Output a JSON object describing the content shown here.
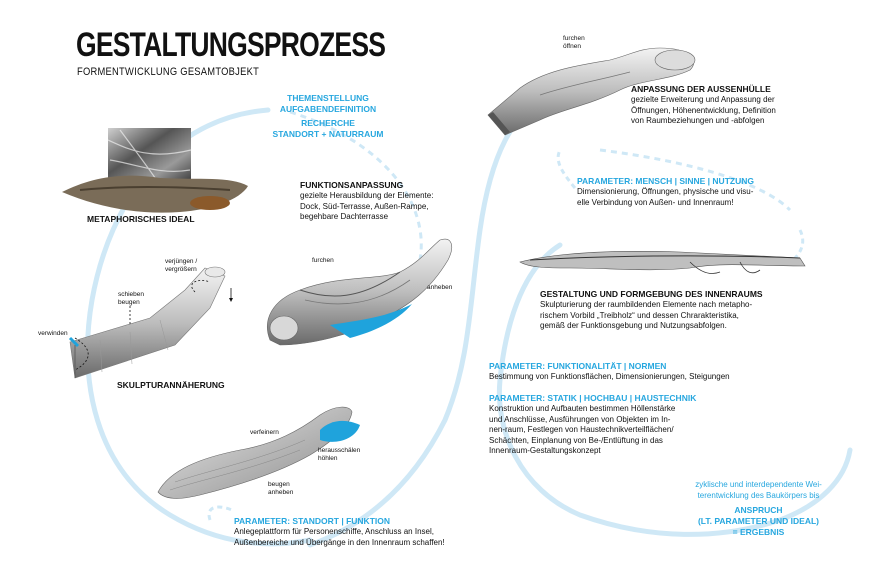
{
  "header": {
    "title": "GESTALTUNGSPROZESS",
    "subtitle": "FORMENTWICKLUNG GESAMTOBJEKT"
  },
  "intro": {
    "line1": "THEMENSTELLUNG",
    "line2": "AUFGABENDEFINITION",
    "line3": "RECHERCHE",
    "line4": "STANDORT + NATURRAUM"
  },
  "metaphor": {
    "label": "METAPHORISCHES IDEAL"
  },
  "funktion": {
    "title": "FUNKTIONSANPASSUNG",
    "lines": [
      "gezielte Herausbildung der Elemente:",
      "Dock, Süd-Terrasse, Außen-Rampe,",
      "begehbare Dachterrasse"
    ]
  },
  "sculpt": {
    "label": "SKULPTURANNÄHERUNG",
    "ann_verjuengen": [
      "verjüngen /",
      "vergrößern"
    ],
    "ann_schieben": [
      "schieben",
      "beugen"
    ],
    "ann_verwinden": "verwinden"
  },
  "furchen_model": {
    "ann_furchen": "furchen",
    "ann_anheben": "anheben"
  },
  "bottom_model": {
    "ann_verfeinern": "verfeinern",
    "ann_herausschaelen": [
      "herausschälen",
      "höhlen"
    ],
    "ann_beugen": [
      "beugen",
      "anheben"
    ]
  },
  "standort": {
    "title": "PARAMETER: STANDORT | FUNKTION",
    "lines": [
      "Anlegeplattform für Personenschiffe, Anschluss an Insel,",
      "Außenbereiche und Übergänge in den Innenraum schaffen!"
    ]
  },
  "top_model": {
    "ann_furchen": [
      "furchen",
      "öffnen"
    ]
  },
  "aussen": {
    "title": "ANPASSUNG DER AUSSENHÜLLE",
    "lines": [
      "gezielte Erweiterung und Anpassung der",
      "Öffnungen, Höhenentwicklung, Definition",
      "von Raumbeziehungen und -abfolgen"
    ]
  },
  "mensch": {
    "title": "PARAMETER: MENSCH | SINNE | NUTZUNG",
    "lines": [
      "Dimensionierung, Öffnungen, physische und visu-",
      "elle Verbindung von Außen- und Innenraum!"
    ]
  },
  "innen": {
    "title": "GESTALTUNG UND FORMGEBUNG DES INNENRAUMS",
    "lines": [
      "Skulpturierung der raumbildenden Elemente nach metapho-",
      "rischem Vorbild „Treibholz“ und dessen Chrarakteristika,",
      "gemäß der Funktionsgebung und Nutzungsabfolgen."
    ]
  },
  "funktionalitaet": {
    "title": "PARAMETER: FUNKTIONALITÄT | NORMEN",
    "lines": [
      "Bestimmung von Funktionsflächen, Dimensionierungen, Steigungen"
    ]
  },
  "statik": {
    "title": "PARAMETER: STATIK | HOCHBAU | HAUSTECHNIK",
    "lines": [
      "Konstruktion und Aufbauten bestimmen Höllenstärke",
      "und Anschlüsse, Ausführungen von Objekten im In-",
      "nen-raum, Festlegen von Haustechnikverteilflächen/",
      "Schächten, Einplanung von Be-/Entlüftung in das",
      "Innenraum-Gestaltungskonzept"
    ]
  },
  "ergebnis": {
    "lines": [
      "zyklische und interdependente Wei-",
      "terentwicklung des Baukörpers bis"
    ],
    "title_lines": [
      "ANSPRUCH",
      "(LT. PARAMETER UND IDEAL)",
      "= ERGEBNIS"
    ]
  },
  "colors": {
    "accent": "#27a7df",
    "loop": "#cfe8f6",
    "surface": "#6f6f6f",
    "highlight": "#1fa3dc"
  }
}
